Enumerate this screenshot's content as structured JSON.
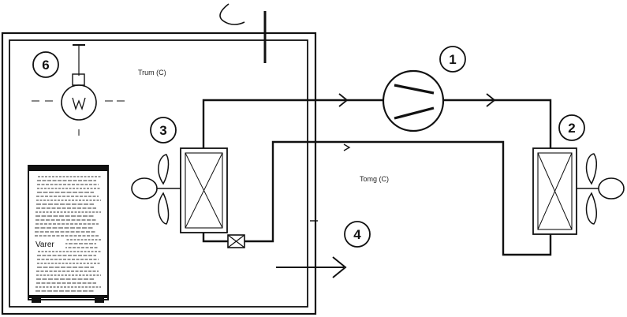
{
  "labels": {
    "room_temp": "Trum (C)",
    "ambient_temp": "Tomg (C)",
    "goods": "Varer"
  },
  "components": {
    "compressor": "1",
    "condenser": "2",
    "evaporator": "3",
    "heat_flow": "4",
    "lamp": "6"
  },
  "colors": {
    "ink": "#111111",
    "background": "#ffffff"
  }
}
